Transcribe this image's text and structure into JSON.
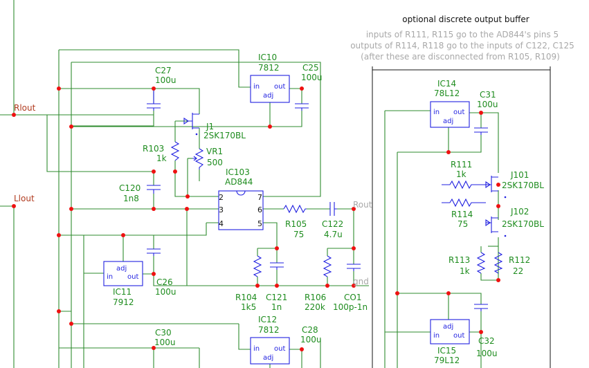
{
  "buffer_section": {
    "title": "optional discrete output buffer",
    "notes": [
      "inputs of R111, R115 go to the AD844's pins 5",
      "outputs of R114, R118 go to the inputs of C122, C125",
      "(after these are disconnected from R105, R109)"
    ]
  },
  "nets": {
    "rlout": "Rlout",
    "llout": "Llout",
    "rout": "Rout",
    "gnd": "gnd"
  },
  "parts": {
    "ic10": {
      "ref": "IC10",
      "value": "7812",
      "in": "in",
      "out": "out",
      "adj": "adj"
    },
    "ic11": {
      "ref": "IC11",
      "value": "7912",
      "in": "in",
      "out": "out",
      "adj": "adj"
    },
    "ic12": {
      "ref": "IC12",
      "value": "7812",
      "in": "in",
      "out": "out",
      "adj": "adj"
    },
    "ic14": {
      "ref": "IC14",
      "value": "78L12",
      "in": "in",
      "out": "out",
      "adj": "adj"
    },
    "ic15": {
      "ref": "IC15",
      "value": "79L12",
      "in": "in",
      "out": "out",
      "adj": "adj"
    },
    "ic103": {
      "ref": "IC103",
      "value": "AD844",
      "pins": [
        "2",
        "3",
        "4",
        "7",
        "6",
        "5"
      ]
    },
    "c25": {
      "ref": "C25",
      "value": "100u"
    },
    "c26": {
      "ref": "C26",
      "value": "100u"
    },
    "c27": {
      "ref": "C27",
      "value": "100u"
    },
    "c28": {
      "ref": "C28",
      "value": "100u"
    },
    "c30": {
      "ref": "C30",
      "value": "100u"
    },
    "c31": {
      "ref": "C31",
      "value": "100u"
    },
    "c32": {
      "ref": "C32",
      "value": "100u"
    },
    "c120": {
      "ref": "C120",
      "value": "1n8"
    },
    "c121": {
      "ref": "C121",
      "value": "1n"
    },
    "c122": {
      "ref": "C122",
      "value": "4.7u"
    },
    "co1": {
      "ref": "CO1",
      "value": "100p-1n"
    },
    "r103": {
      "ref": "R103",
      "value": "1k"
    },
    "r104": {
      "ref": "R104",
      "value": "1k5"
    },
    "r105": {
      "ref": "R105",
      "value": "75"
    },
    "r106": {
      "ref": "R106",
      "value": "220k"
    },
    "r111": {
      "ref": "R111",
      "value": "1k"
    },
    "r112": {
      "ref": "R112",
      "value": "22"
    },
    "r113": {
      "ref": "R113",
      "value": "1k"
    },
    "r114": {
      "ref": "R114",
      "value": "75"
    },
    "vr1": {
      "ref": "VR1",
      "value": "500"
    },
    "j1": {
      "ref": "J1",
      "value": "2SK170BL"
    },
    "j101": {
      "ref": "J101",
      "value": "2SK170BL"
    },
    "j102": {
      "ref": "J102",
      "value": "2SK170BL"
    }
  },
  "colors": {
    "wire": "#2e8b2e",
    "component": "#1f1fe0",
    "junction": "#ee1111",
    "label": "#1e8c1e",
    "net_label": "#b03a1e",
    "note": "#a8a8a8"
  }
}
